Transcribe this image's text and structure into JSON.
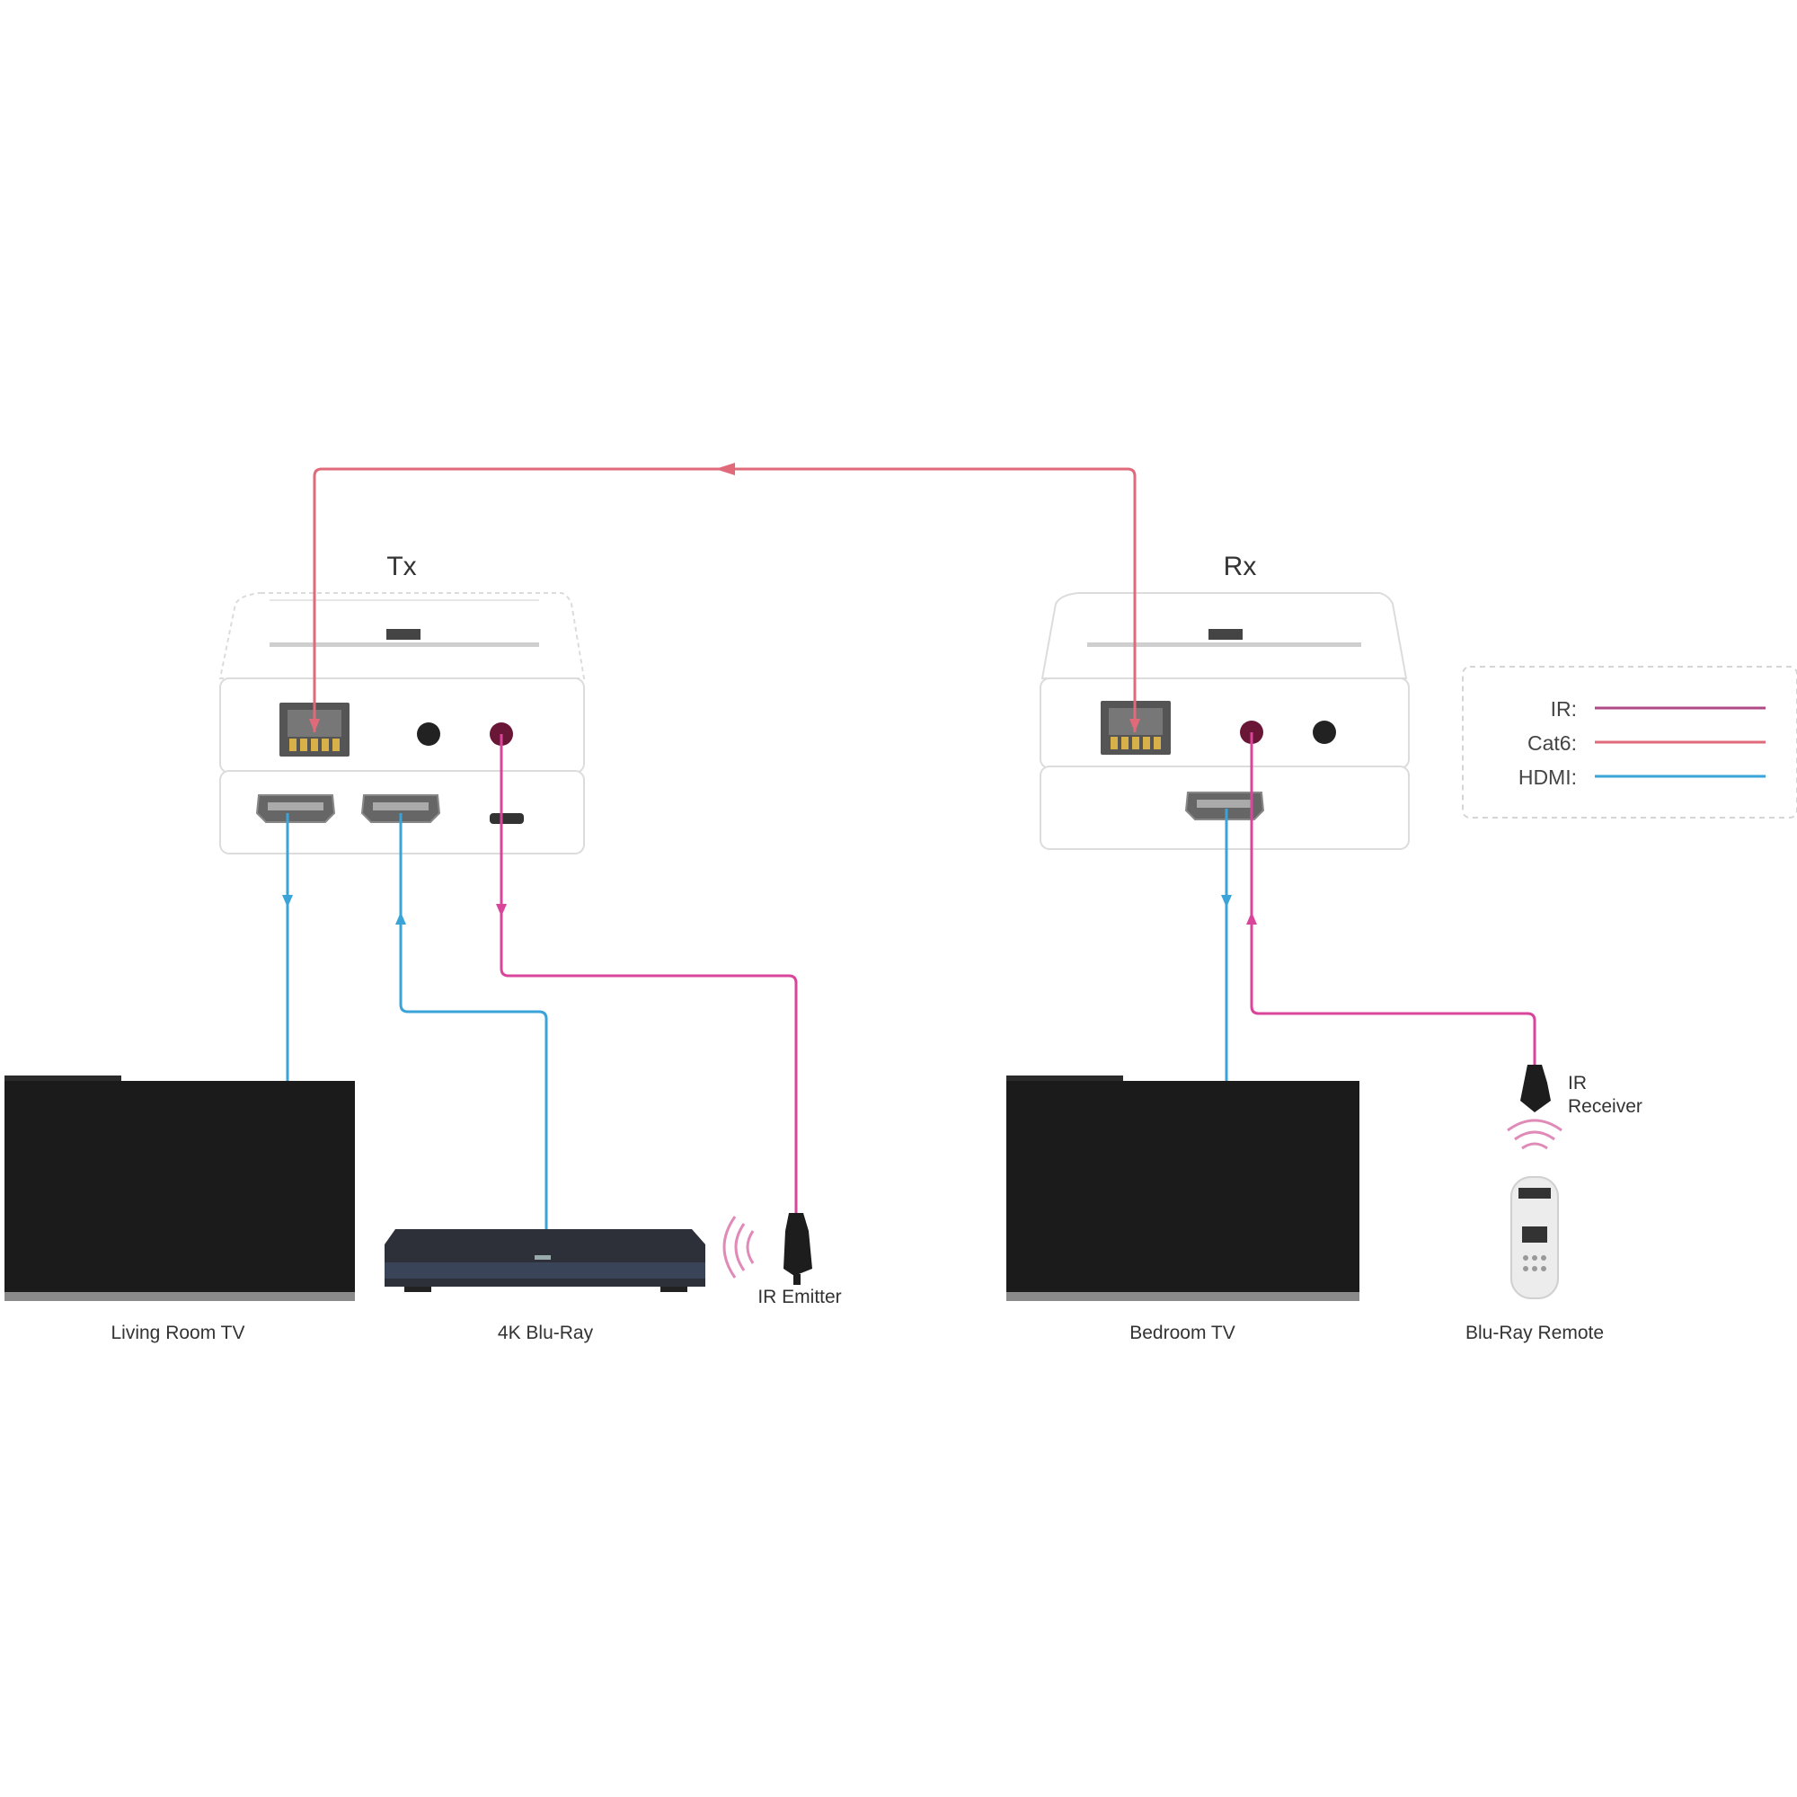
{
  "colors": {
    "ir": "#b04a86",
    "cat": "#e06a7a",
    "hdmi": "#3aa3d8",
    "ir_link": "#d8459a",
    "screen": "#1b1b1b",
    "device_border": "#dddddd"
  },
  "units": {
    "tx": {
      "label": "Tx"
    },
    "rx": {
      "label": "Rx"
    }
  },
  "legend": {
    "items": [
      {
        "key": "ir",
        "label": "IR:"
      },
      {
        "key": "cat",
        "label": "Cat6:"
      },
      {
        "key": "hdmi",
        "label": "HDMI:"
      }
    ]
  },
  "devices": {
    "living_room_tv": {
      "label": "Living Room TV"
    },
    "bluray_player": {
      "label": "4K Blu-Ray"
    },
    "ir_emitter": {
      "label": "IR Emitter"
    },
    "bedroom_tv": {
      "label": "Bedroom TV"
    },
    "ir_receiver": {
      "label_line1": "IR",
      "label_line2": "Receiver"
    },
    "bluray_remote": {
      "label": "Blu-Ray Remote"
    }
  },
  "icons": [
    "rj45-port-icon",
    "hdmi-port-icon",
    "ir-port-icon",
    "ir-wave-icon",
    "remote-control-icon"
  ]
}
